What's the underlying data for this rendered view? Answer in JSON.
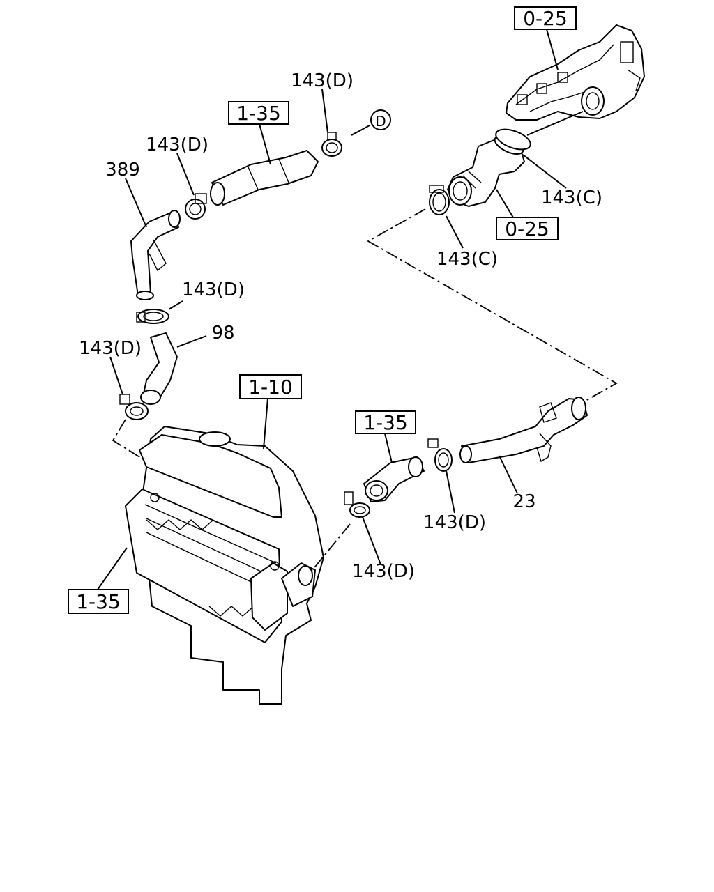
{
  "callouts": {
    "ref_0_25_top": "0-25",
    "ref_0_25_mid": "0-25",
    "ref_1_35_top": "1-35",
    "ref_1_35_mid": "1-35",
    "ref_1_35_left": "1-35",
    "ref_1_10": "1-10",
    "part_143D_top": "143(D)",
    "part_143D_a": "143(D)",
    "part_143D_b": "143(D)",
    "part_143D_c": "143(D)",
    "part_143D_d": "143(D)",
    "part_143D_e": "143(D)",
    "part_143C_a": "143(C)",
    "part_143C_b": "143(C)",
    "part_389": "389",
    "part_98": "98",
    "part_23": "23",
    "circle_D": "D"
  }
}
